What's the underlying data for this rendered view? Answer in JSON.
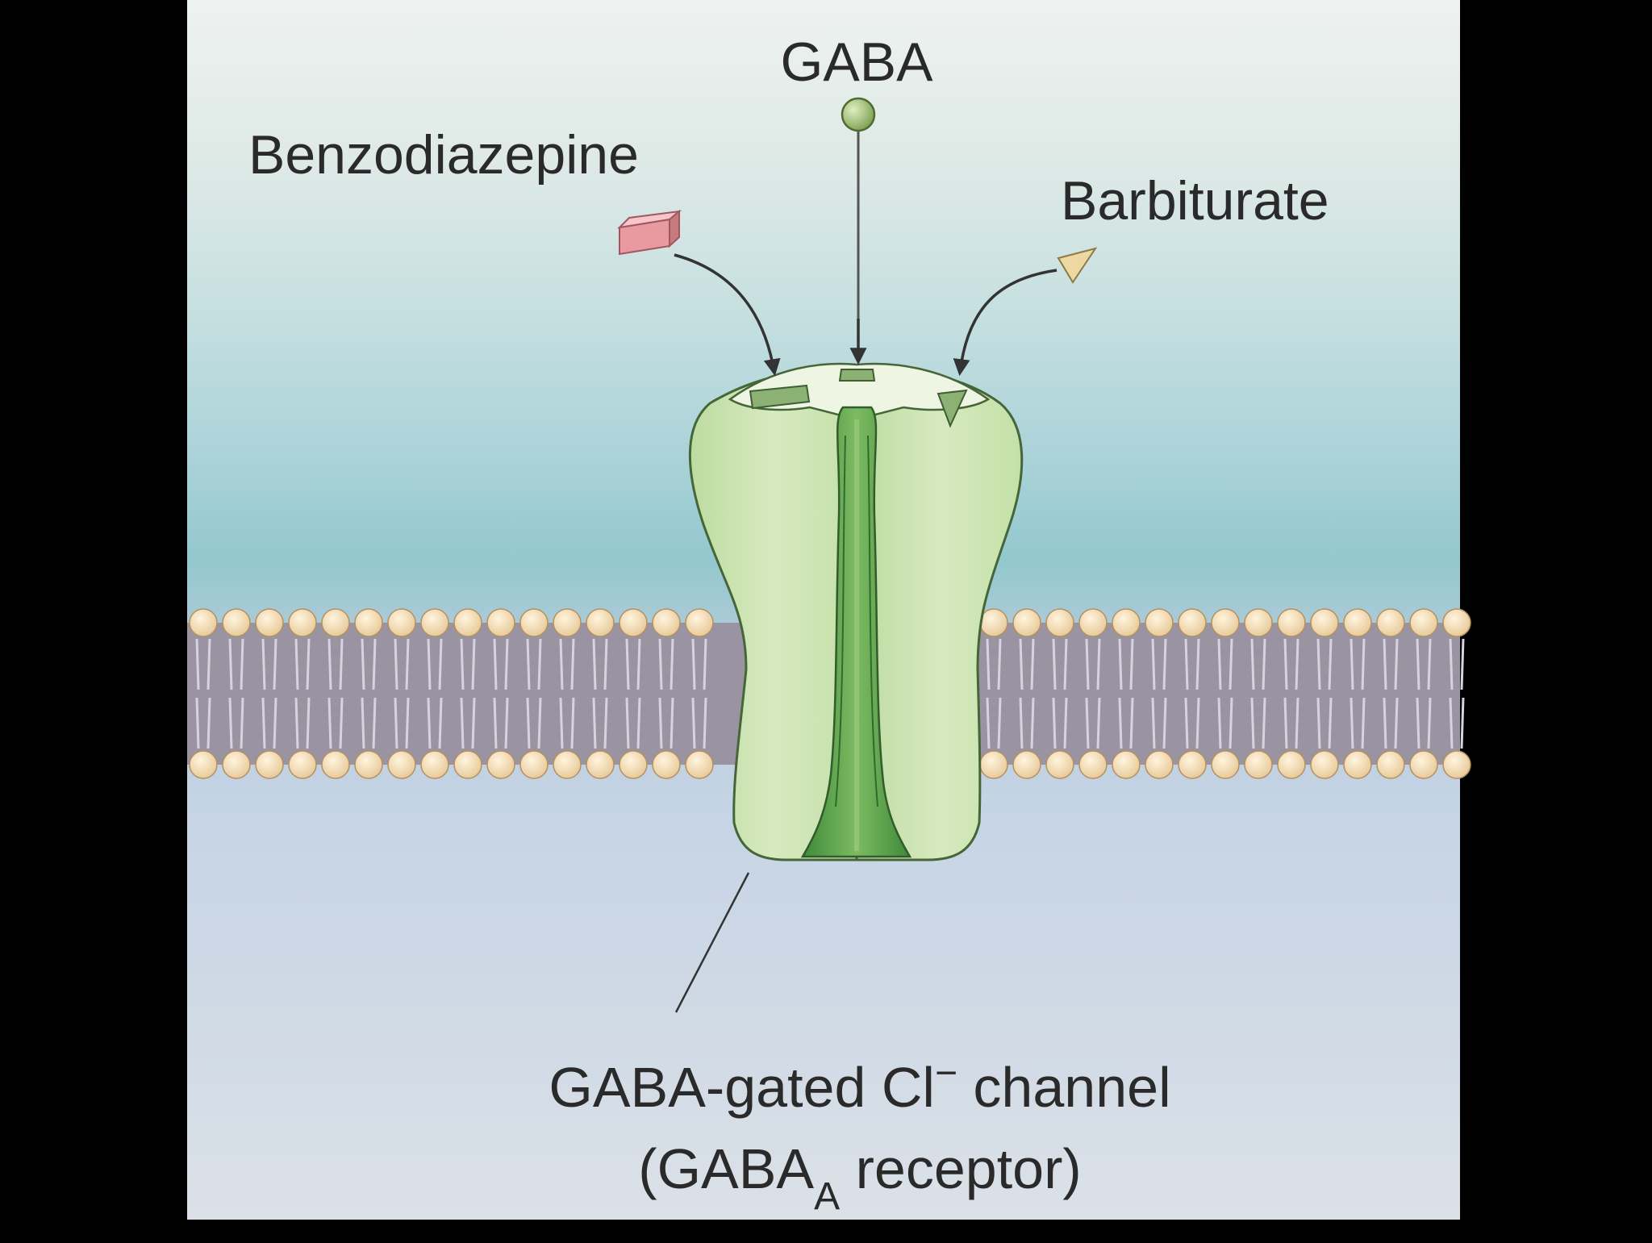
{
  "labels": {
    "gaba": "GABA",
    "benzodiazepine": "Benzodiazepine",
    "barbiturate": "Barbiturate",
    "channel_line1_prefix": "GABA-gated Cl",
    "channel_line1_superscript": "−",
    "channel_line1_suffix": " channel",
    "channel_line2_open": "(GABA",
    "channel_line2_subscript": "A",
    "channel_line2_close": " receptor)"
  },
  "colors": {
    "background_outer": "#000000",
    "extracellular_top": "#eef2f0",
    "extracellular_mid": "#aed3d8",
    "intracellular": "#c5d5e6",
    "membrane_tails": "#9a93a1",
    "phospholipid_head": "#f2ddb8",
    "channel_body": "#cfe6b3",
    "channel_pore": "#5ea24e",
    "channel_outline": "#446638",
    "benzodiazepine_ligand": "#e99aa0",
    "barbiturate_ligand": "#edd8a2",
    "gaba_ligand": "#a9c77d"
  }
}
